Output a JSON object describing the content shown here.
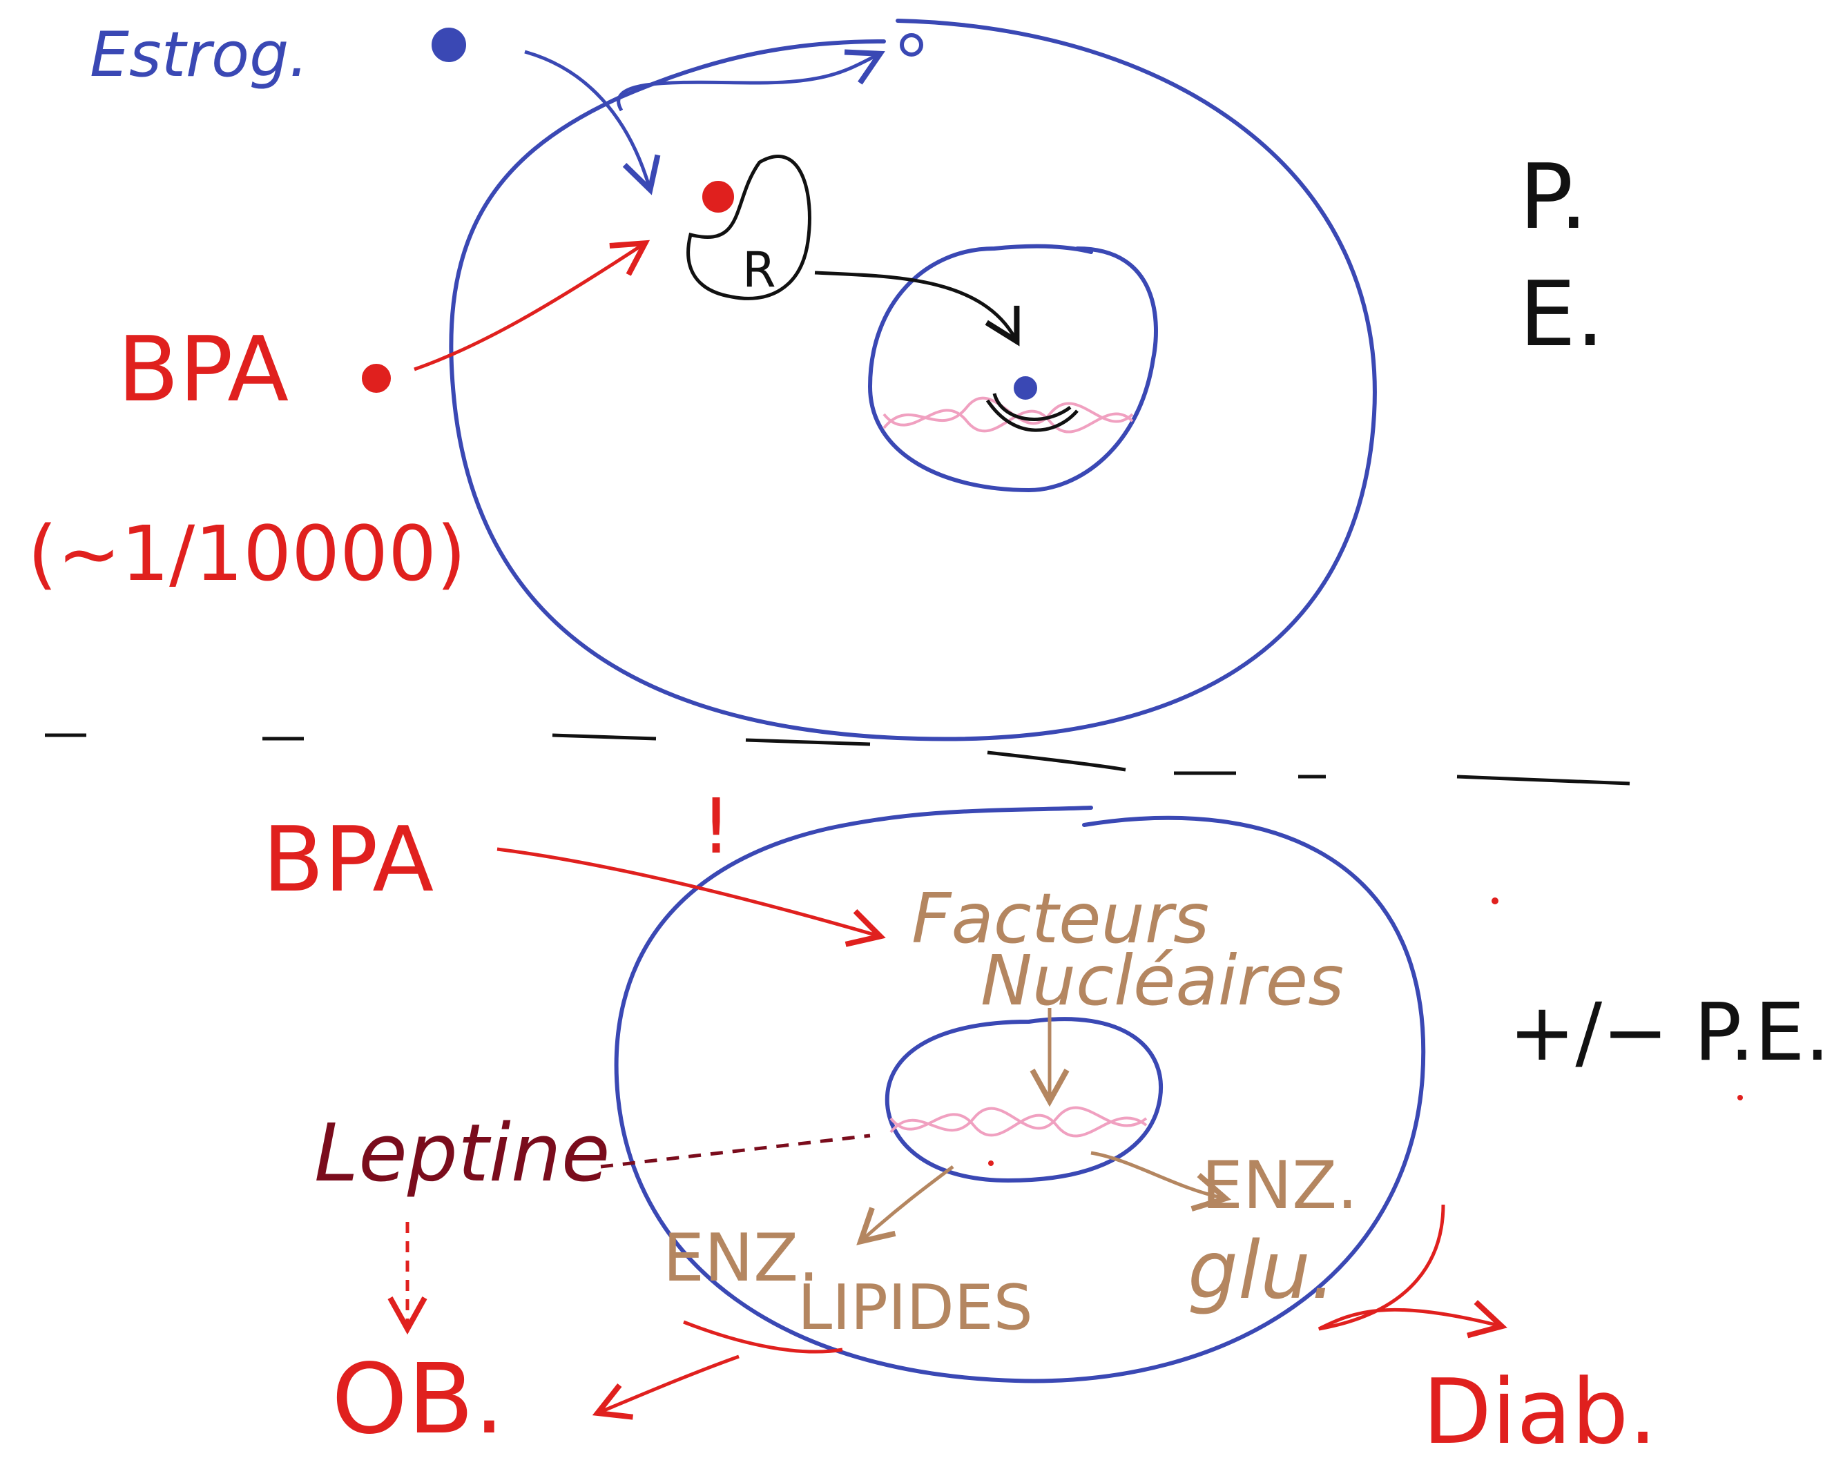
{
  "colors": {
    "blue": "#3a48b4",
    "red": "#e0201e",
    "black": "#111111",
    "pink": "#f0a0c0",
    "brown": "#b48660",
    "dark_red": "#7a0c1c",
    "background": "#ffffff"
  },
  "top": {
    "estrog_label": "Estrog.",
    "bpa_label": "BPA",
    "ratio_label": "(~1/10000)",
    "receptor_label": "R",
    "result_p": "P.",
    "result_e": "E."
  },
  "bottom": {
    "bpa_label": "BPA",
    "exclamation": "!",
    "facteurs_line1": "Facteurs",
    "facteurs_line2": "Nucléaires",
    "leptine_label": "Leptine",
    "enz_lipides_line1": "ENZ.",
    "enz_lipides_line2": "LIPIDES",
    "enz_glu_line1": "ENZ.",
    "enz_glu_line2": "glu.",
    "ob_label": "OB.",
    "diab_label": "Diab.",
    "result_pe": "+/− P.E."
  }
}
